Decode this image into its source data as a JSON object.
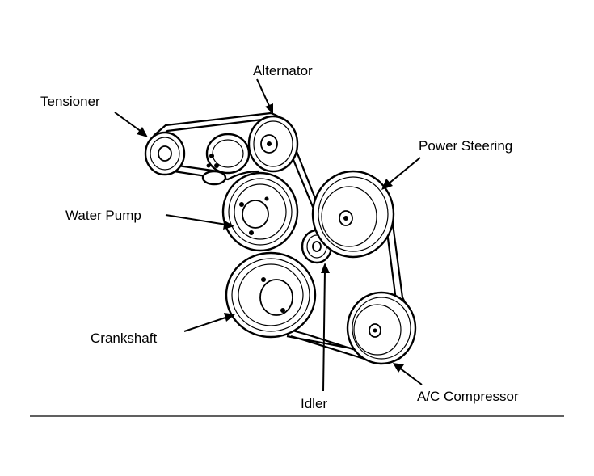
{
  "labels": {
    "alternator": "Alternator",
    "tensioner": "Tensioner",
    "power_steering": "Power Steering",
    "water_pump": "Water Pump",
    "crankshaft": "Crankshaft",
    "idler": "Idler",
    "ac_compressor": "A/C Compressor"
  },
  "colors": {
    "ink": "#000000",
    "background": "#ffffff"
  }
}
